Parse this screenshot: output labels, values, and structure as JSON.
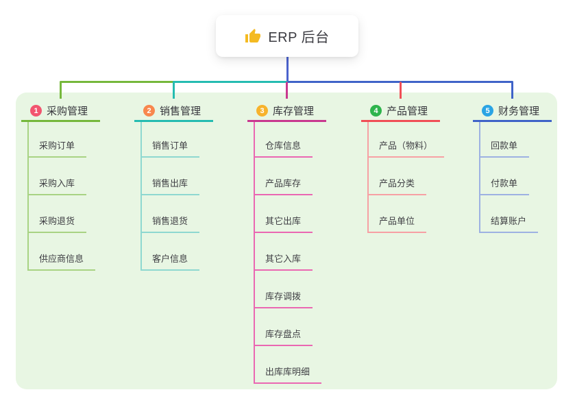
{
  "root": {
    "label": "ERP 后台",
    "icon": "thumbs-up-icon"
  },
  "colors": {
    "canvas_bg": "#ffffff",
    "panel_bg": "#e8f6e3",
    "root_line": "#4c63ce",
    "root_text": "#3b3b41",
    "header_text": "#36363c",
    "child_text": "#3f3f44",
    "thumb_yellow": "#f4ba22"
  },
  "branches": [
    {
      "num": "1",
      "title": "采购管理",
      "badge_color": "#f2556f",
      "line_color": "#76b83c",
      "child_line_color": "#a8d383",
      "children": [
        "采购订单",
        "采购入库",
        "采购退货",
        "供应商信息"
      ]
    },
    {
      "num": "2",
      "title": "销售管理",
      "badge_color": "#f8874d",
      "line_color": "#25bcb1",
      "child_line_color": "#8ed8d0",
      "children": [
        "销售订单",
        "销售出库",
        "销售退货",
        "客户信息"
      ]
    },
    {
      "num": "3",
      "title": "库存管理",
      "badge_color": "#f7b32c",
      "line_color": "#c9388f",
      "child_line_color": "#ea67b2",
      "children": [
        "仓库信息",
        "产品库存",
        "其它出库",
        "其它入库",
        "库存调拨",
        "库存盘点",
        "出库库明细"
      ]
    },
    {
      "num": "4",
      "title": "产品管理",
      "badge_color": "#2eb44c",
      "line_color": "#f04e56",
      "child_line_color": "#f7a0a4",
      "children": [
        "产品（物料）",
        "产品分类",
        "产品单位"
      ]
    },
    {
      "num": "5",
      "title": "财务管理",
      "badge_color": "#2aa4e4",
      "line_color": "#3f63c8",
      "child_line_color": "#9db1e2",
      "children": [
        "回款单",
        "付款单",
        "结算账户"
      ]
    }
  ]
}
